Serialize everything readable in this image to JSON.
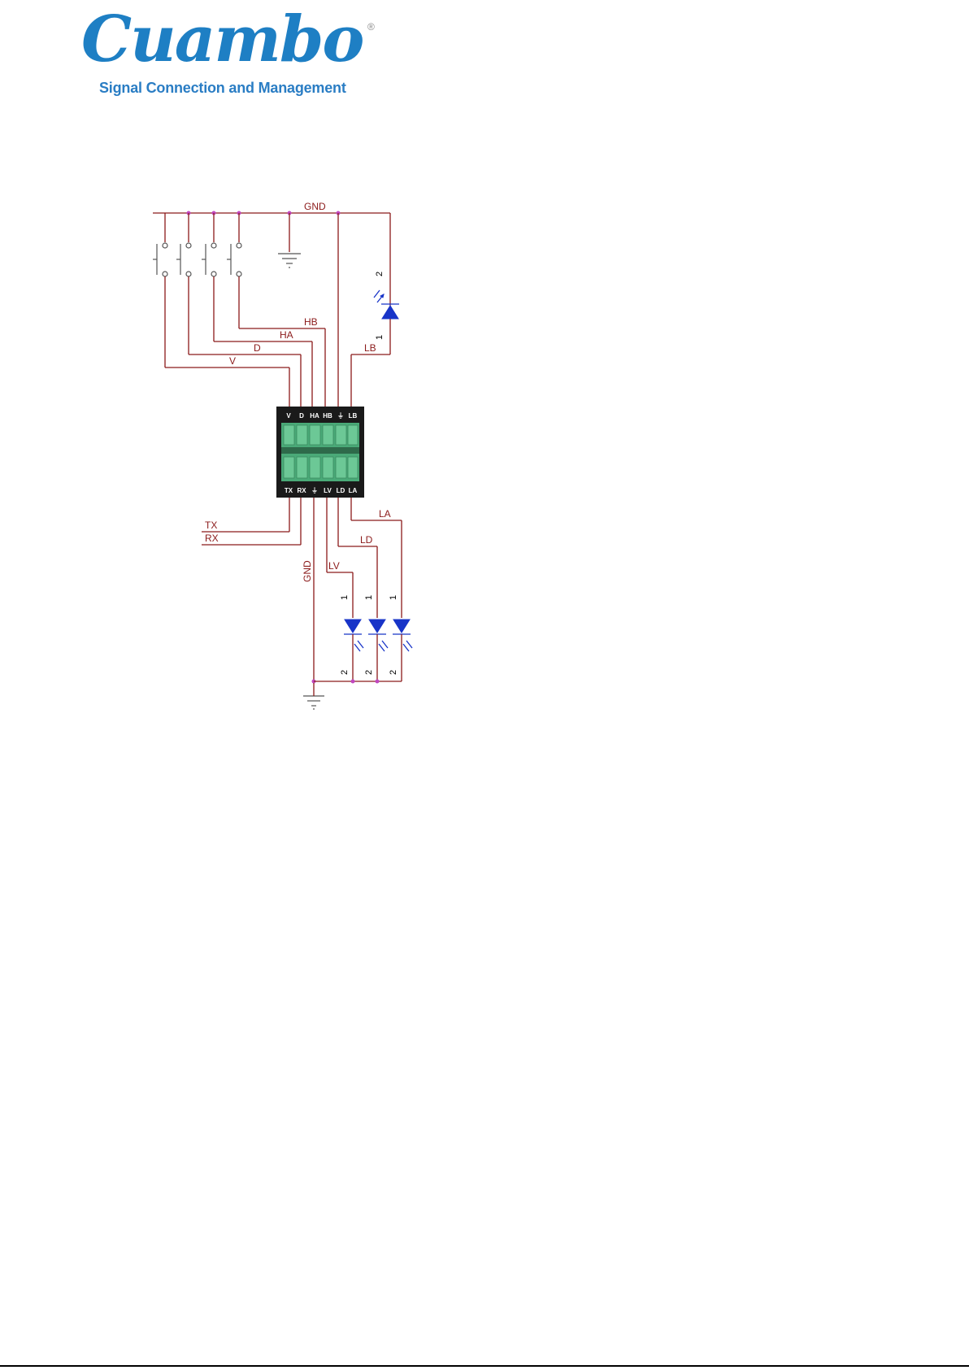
{
  "logo": {
    "brand": "Cuambo",
    "tagline": "Signal Connection and Management",
    "registered_mark": "®"
  },
  "schematic": {
    "nets": {
      "gnd_top": "GND",
      "gnd_bottom": "GND",
      "v": "V",
      "d": "D",
      "ha": "HA",
      "hb": "HB",
      "lb": "LB",
      "tx": "TX",
      "rx": "RX",
      "lv": "LV",
      "ld": "LD",
      "la": "LA"
    },
    "pin_numbers": {
      "lb_anode": "2",
      "lb_cathode": "1",
      "lv_top": "1",
      "ld_top": "1",
      "la_top": "1",
      "lv_bottom": "2",
      "ld_bottom": "2",
      "la_bottom": "2"
    },
    "terminal_top": [
      "V",
      "D",
      "HA",
      "HB",
      "⏚",
      "LB"
    ],
    "terminal_bottom": [
      "TX",
      "RX",
      "⏚",
      "LV",
      "LD",
      "LA"
    ]
  },
  "colors": {
    "wire": "#8b1a1a",
    "led": "#1834c8",
    "terminal_body": "#4aaa78",
    "logo_blue": "#1e7fc4"
  }
}
